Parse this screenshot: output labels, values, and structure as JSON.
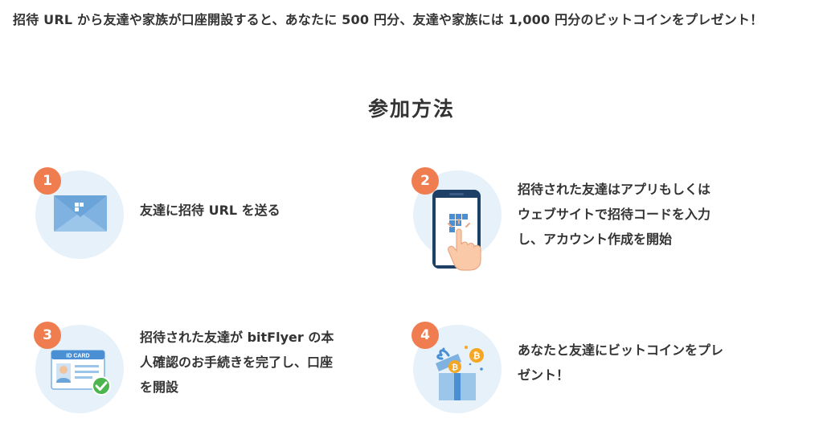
{
  "intro": {
    "text": "招待 URL から友達や家族が口座開設すると、あなたに 500 円分、友達や家族には 1,000 円分のビットコインをプレゼント！"
  },
  "section": {
    "title": "参加方法"
  },
  "steps": [
    {
      "number": "1",
      "text": "友達に招待 URL を送る",
      "icon": "envelope-icon"
    },
    {
      "number": "2",
      "text": "招待された友達はアプリもしくは\nウェブサイトで招待コードを入力\nし、アカウント作成を開始",
      "icon": "smartphone-tap-icon"
    },
    {
      "number": "3",
      "text": "招待された友達が bitFlyer の本\n人確認のお手続きを完了し、口座\nを開設",
      "icon": "id-card-check-icon",
      "icon_label": "ID CARD"
    },
    {
      "number": "4",
      "text": "あなたと友達にビットコインをプレ\nゼント！",
      "icon": "gift-bitcoin-icon"
    }
  ],
  "colors": {
    "badge": "#ef7d4f",
    "circle": "#e6f1fa",
    "icon_blue": "#7fb2e0",
    "icon_dark": "#1e3f66",
    "check_green": "#4db54d",
    "bitcoin_orange": "#f5a623"
  }
}
